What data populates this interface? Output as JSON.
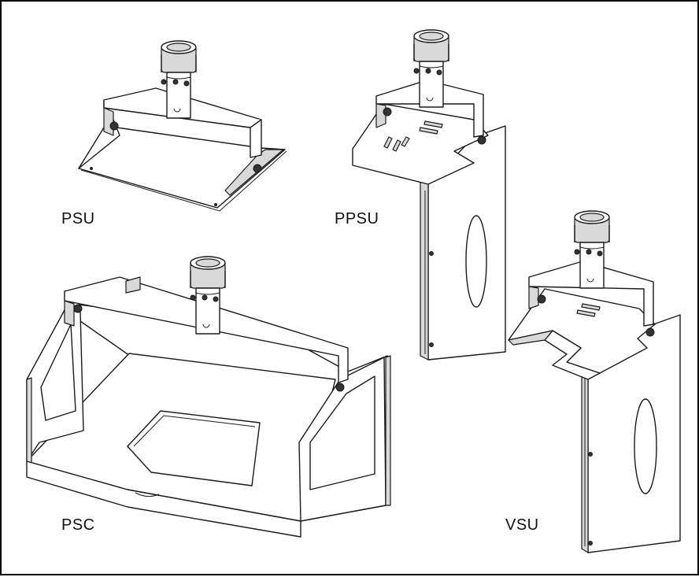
{
  "labels": {
    "psu": "PSU",
    "ppsu": "PPSU",
    "psc": "PSC",
    "vsu": "VSU"
  }
}
